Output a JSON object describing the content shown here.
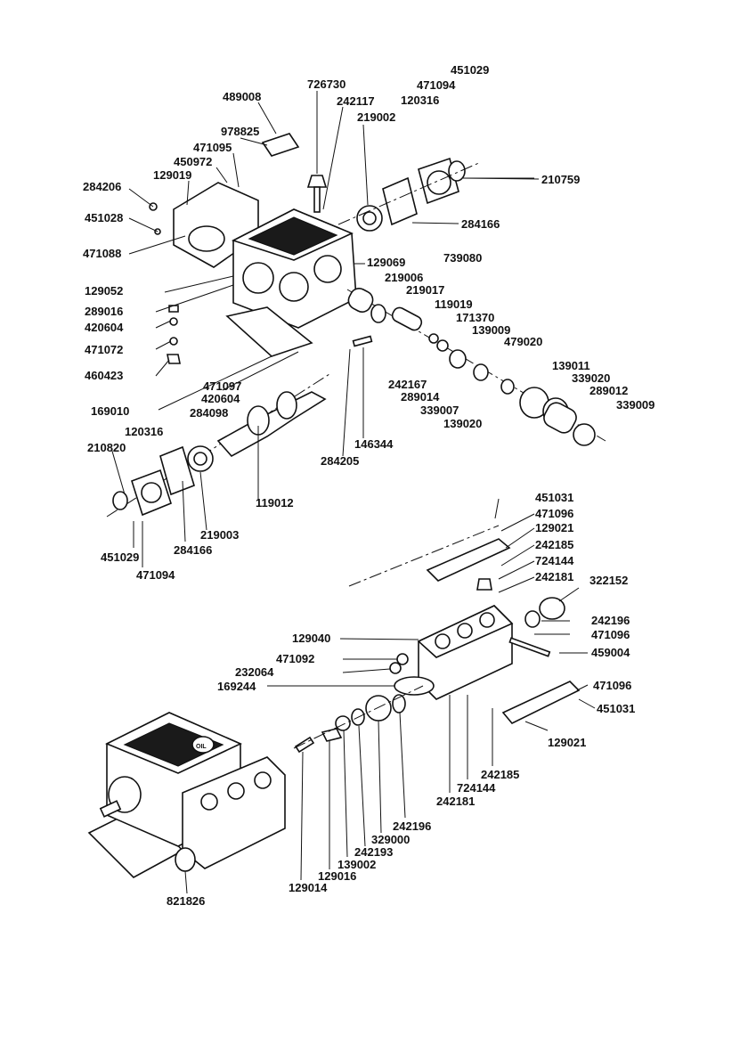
{
  "diagram": {
    "labels": {
      "p726730": "726730",
      "p489008": "489008",
      "p242117": "242117",
      "p219002": "219002",
      "p120316_top": "120316",
      "p471094_top": "471094",
      "p451029_top": "451029",
      "p978825": "978825",
      "p471095": "471095",
      "p450972": "450972",
      "p129019": "129019",
      "p284206": "284206",
      "p451028": "451028",
      "p471088": "471088",
      "p210759": "210759",
      "p284166_top": "284166",
      "p739080": "739080",
      "p129069": "129069",
      "p219006": "219006",
      "p219017": "219017",
      "p129052": "129052",
      "p289016": "289016",
      "p420604_a": "420604",
      "p471072": "471072",
      "p460423": "460423",
      "p119019": "119019",
      "p171370": "171370",
      "p139009": "139009",
      "p479020": "479020",
      "p139011": "139011",
      "p339020": "339020",
      "p289012": "289012",
      "p339009": "339009",
      "p242167": "242167",
      "p289014": "289014",
      "p339007": "339007",
      "p139020": "139020",
      "p471097": "471097",
      "p420604_b": "420604",
      "p284098": "284098",
      "p169010": "169010",
      "p120316_bot": "120316",
      "p210820": "210820",
      "p146344": "146344",
      "p284205": "284205",
      "p119012": "119012",
      "p219003": "219003",
      "p284166_bot": "284166",
      "p451029_bot": "451029",
      "p471094_bot": "471094",
      "p451031_top": "451031",
      "p471096_a": "471096",
      "p129021_top": "129021",
      "p242185_top": "242185",
      "p724144_top": "724144",
      "p242181_top": "242181",
      "p322152": "322152",
      "p129040": "129040",
      "p242196_r": "242196",
      "p471096_b": "471096",
      "p471092": "471092",
      "p459004": "459004",
      "p232064": "232064",
      "p169244": "169244",
      "p471096_c": "471096",
      "p451031_bot": "451031",
      "p129021_bot": "129021",
      "p242185_bot": "242185",
      "p724144_bot": "724144",
      "p242181_bot": "242181",
      "p242196_bot": "242196",
      "p329000": "329000",
      "p242193": "242193",
      "p139002": "139002",
      "p129016": "129016",
      "p129014": "129014",
      "p821826": "821826",
      "oil_mark": "OIL"
    }
  }
}
